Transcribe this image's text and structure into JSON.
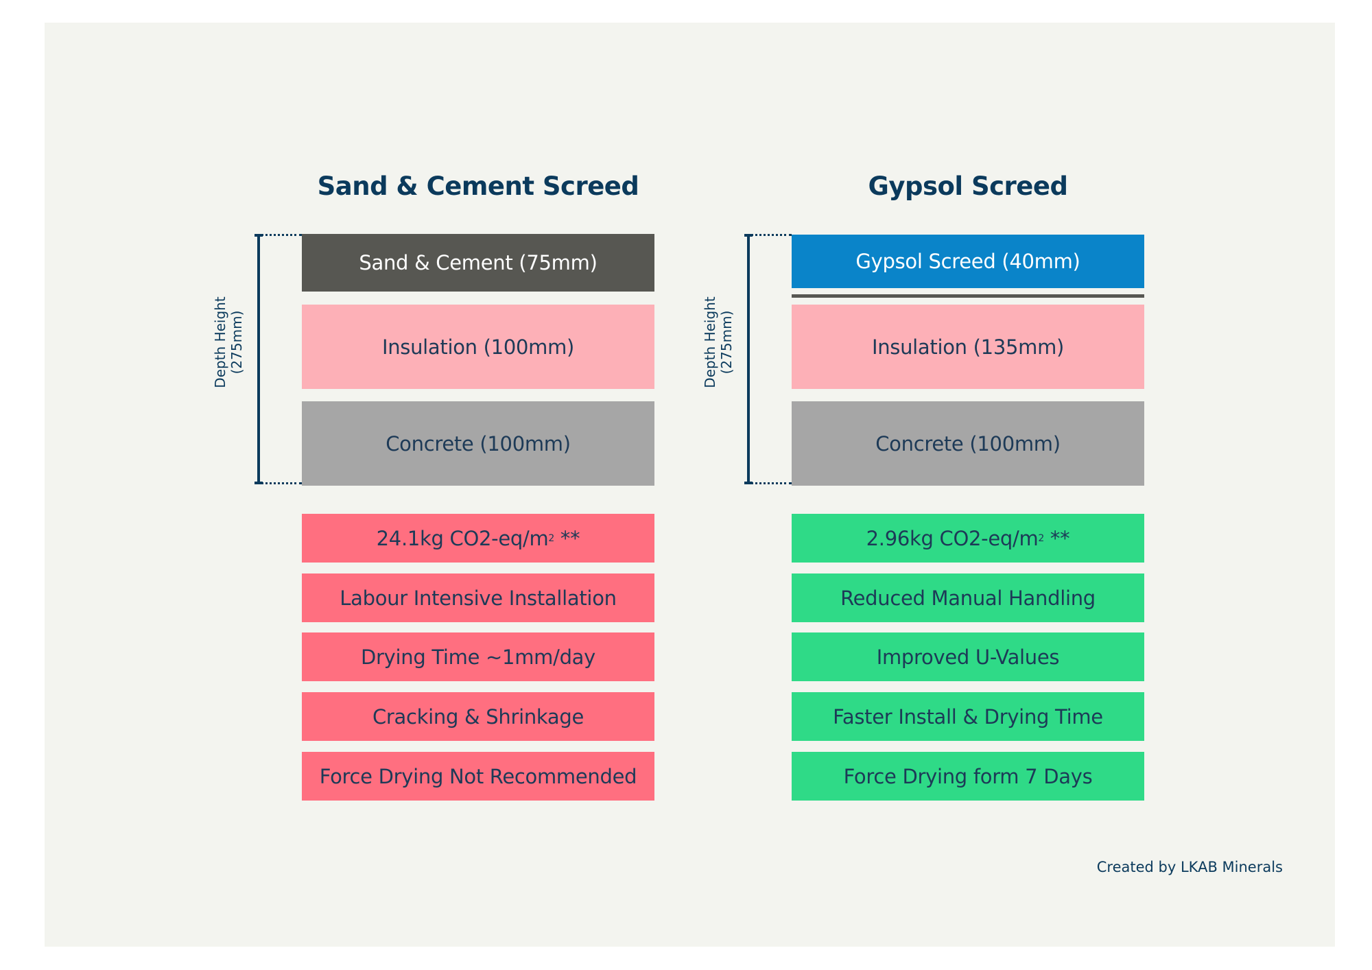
{
  "columns": [
    {
      "title": "Sand & Cement Screed",
      "depth_label": [
        "Depth Height",
        "(275mm)"
      ],
      "layers": [
        "Sand & Cement (75mm)",
        "Insulation (100mm)",
        "Concrete (100mm)"
      ],
      "co2": {
        "value": "24.1kg CO2-eq/m",
        "sup": "2",
        "suffix": " **"
      },
      "attributes": [
        "Labour Intensive Installation",
        "Drying Time ~1mm/day",
        "Cracking & Shrinkage",
        "Force Drying Not Recommended"
      ],
      "attribute_color": "#ff6f80"
    },
    {
      "title": "Gypsol Screed",
      "depth_label": [
        "Depth Height",
        "(275mm)"
      ],
      "layers": [
        "Gypsol Screed (40mm)",
        "Insulation (135mm)",
        "Concrete (100mm)"
      ],
      "co2": {
        "value": "2.96kg CO2-eq/m",
        "sup": "2",
        "suffix": " **"
      },
      "attributes": [
        "Reduced Manual Handling",
        "Improved U-Values",
        "Faster Install & Drying Time",
        "Force Drying form 7 Days"
      ],
      "attribute_color": "#2fda87"
    }
  ],
  "credit": "Created by LKAB Minerals"
}
